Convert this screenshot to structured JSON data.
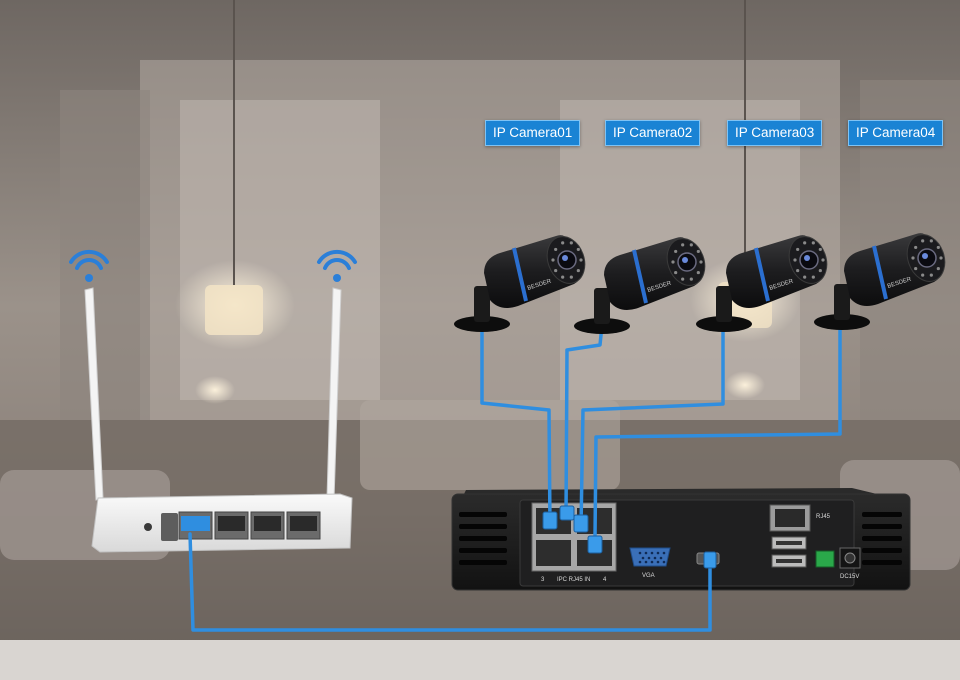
{
  "cameras": [
    {
      "label": "IP Camera01"
    },
    {
      "label": "IP Camera02"
    },
    {
      "label": "IP Camera03"
    },
    {
      "label": "IP Camera04"
    }
  ],
  "camera_brand": "BESDER",
  "nvr": {
    "port_label": "IPC RJ45 IN",
    "port_number_left": "3",
    "port_number_right": "4",
    "vga_label": "VGA",
    "rj45_label": "RJ45",
    "power_label": "DC15V"
  },
  "colors": {
    "cable": "#2f8ee0",
    "label_bg": "#1a83d4",
    "wifi": "#2b7fd8",
    "device_body": "#161616",
    "router_body": "#f2f2f2"
  }
}
